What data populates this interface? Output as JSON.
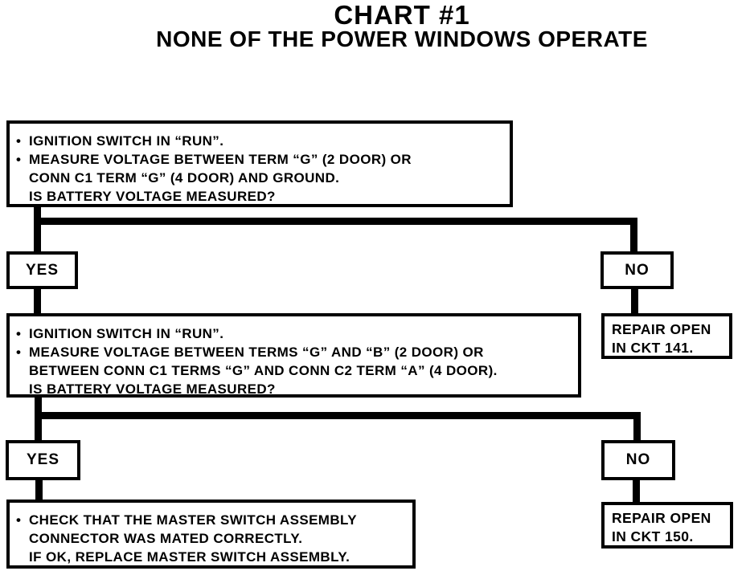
{
  "title": {
    "line1": "CHART #1",
    "line2": "NONE OF THE POWER WINDOWS OPERATE"
  },
  "colors": {
    "ink": "#000000",
    "paper": "#ffffff"
  },
  "steps": {
    "step1": {
      "lines": [
        {
          "bullet": "•",
          "text": "IGNITION SWITCH IN “RUN”."
        },
        {
          "bullet": "•",
          "text": "MEASURE VOLTAGE BETWEEN TERM “G” (2 DOOR) OR"
        },
        {
          "bullet": "",
          "text": "CONN C1 TERM “G” (4 DOOR) AND GROUND."
        },
        {
          "bullet": "",
          "text": "IS BATTERY VOLTAGE MEASURED?"
        }
      ]
    },
    "step2": {
      "lines": [
        {
          "bullet": "•",
          "text": "IGNITION SWITCH IN “RUN”."
        },
        {
          "bullet": "•",
          "text": "MEASURE VOLTAGE BETWEEN TERMS “G” AND “B” (2 DOOR) OR"
        },
        {
          "bullet": "",
          "text": "BETWEEN CONN C1 TERMS “G” AND CONN C2 TERM “A” (4 DOOR)."
        },
        {
          "bullet": "",
          "text": "IS BATTERY VOLTAGE MEASURED?"
        }
      ]
    },
    "step3": {
      "lines": [
        {
          "bullet": "•",
          "text": "CHECK THAT THE MASTER SWITCH ASSEMBLY"
        },
        {
          "bullet": "",
          "text": "CONNECTOR WAS MATED CORRECTLY."
        },
        {
          "bullet": "",
          "text": "IF OK, REPLACE MASTER SWITCH ASSEMBLY."
        }
      ]
    },
    "yes1": {
      "label": "YES"
    },
    "no1": {
      "label": "NO"
    },
    "yes2": {
      "label": "YES"
    },
    "no2": {
      "label": "NO"
    },
    "repair141": {
      "line1": "REPAIR OPEN",
      "line2": "IN CKT 141."
    },
    "repair150": {
      "line1": "REPAIR OPEN",
      "line2": "IN CKT 150."
    }
  }
}
